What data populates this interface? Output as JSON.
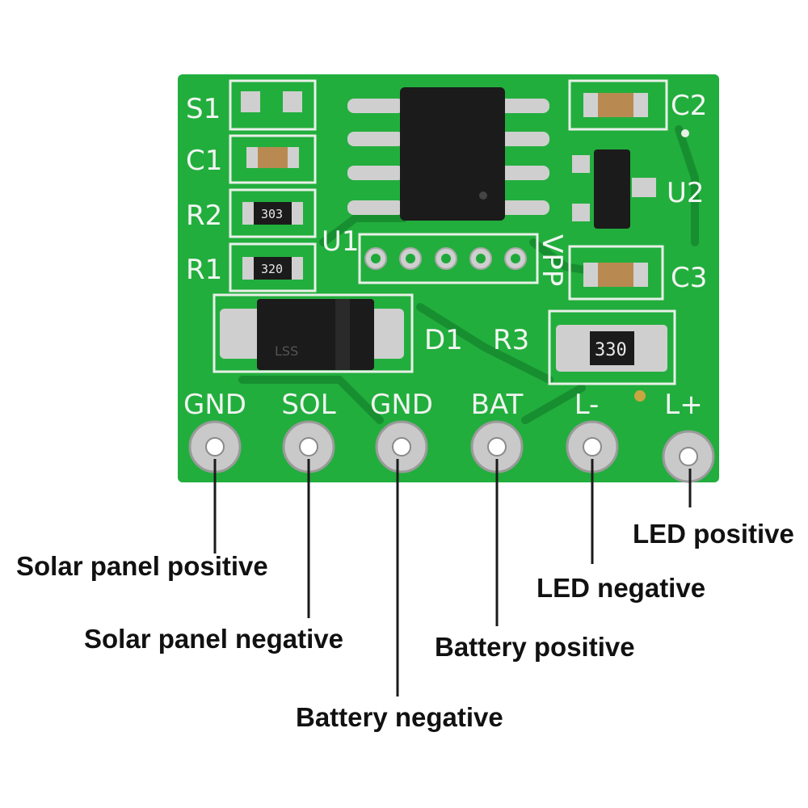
{
  "board": {
    "silkscreen": {
      "s1": "S1",
      "c1": "C1",
      "r2": "R2",
      "r1": "R1",
      "c2": "C2",
      "u2": "U2",
      "c3": "C3",
      "u1": "U1",
      "vpp": "VPP",
      "d1": "D1",
      "r3": "R3"
    },
    "resistor_codes": {
      "r2": "303",
      "r1": "320",
      "r3": "330"
    },
    "diode_marking": "LSS",
    "pins": [
      "GND",
      "SOL",
      "GND",
      "BAT",
      "L-",
      "L+"
    ],
    "colors": {
      "pcb": "#1fa83a",
      "silk": "#f2f6f2",
      "pad": "#c9c9c9",
      "component": "#1b1b1b"
    }
  },
  "callouts": {
    "gnd_solar": "Solar panel positive",
    "sol": "Solar panel negative",
    "gnd_batt": "Battery negative",
    "bat": "Battery positive",
    "l_minus": "LED negative",
    "l_plus": "LED positive"
  }
}
